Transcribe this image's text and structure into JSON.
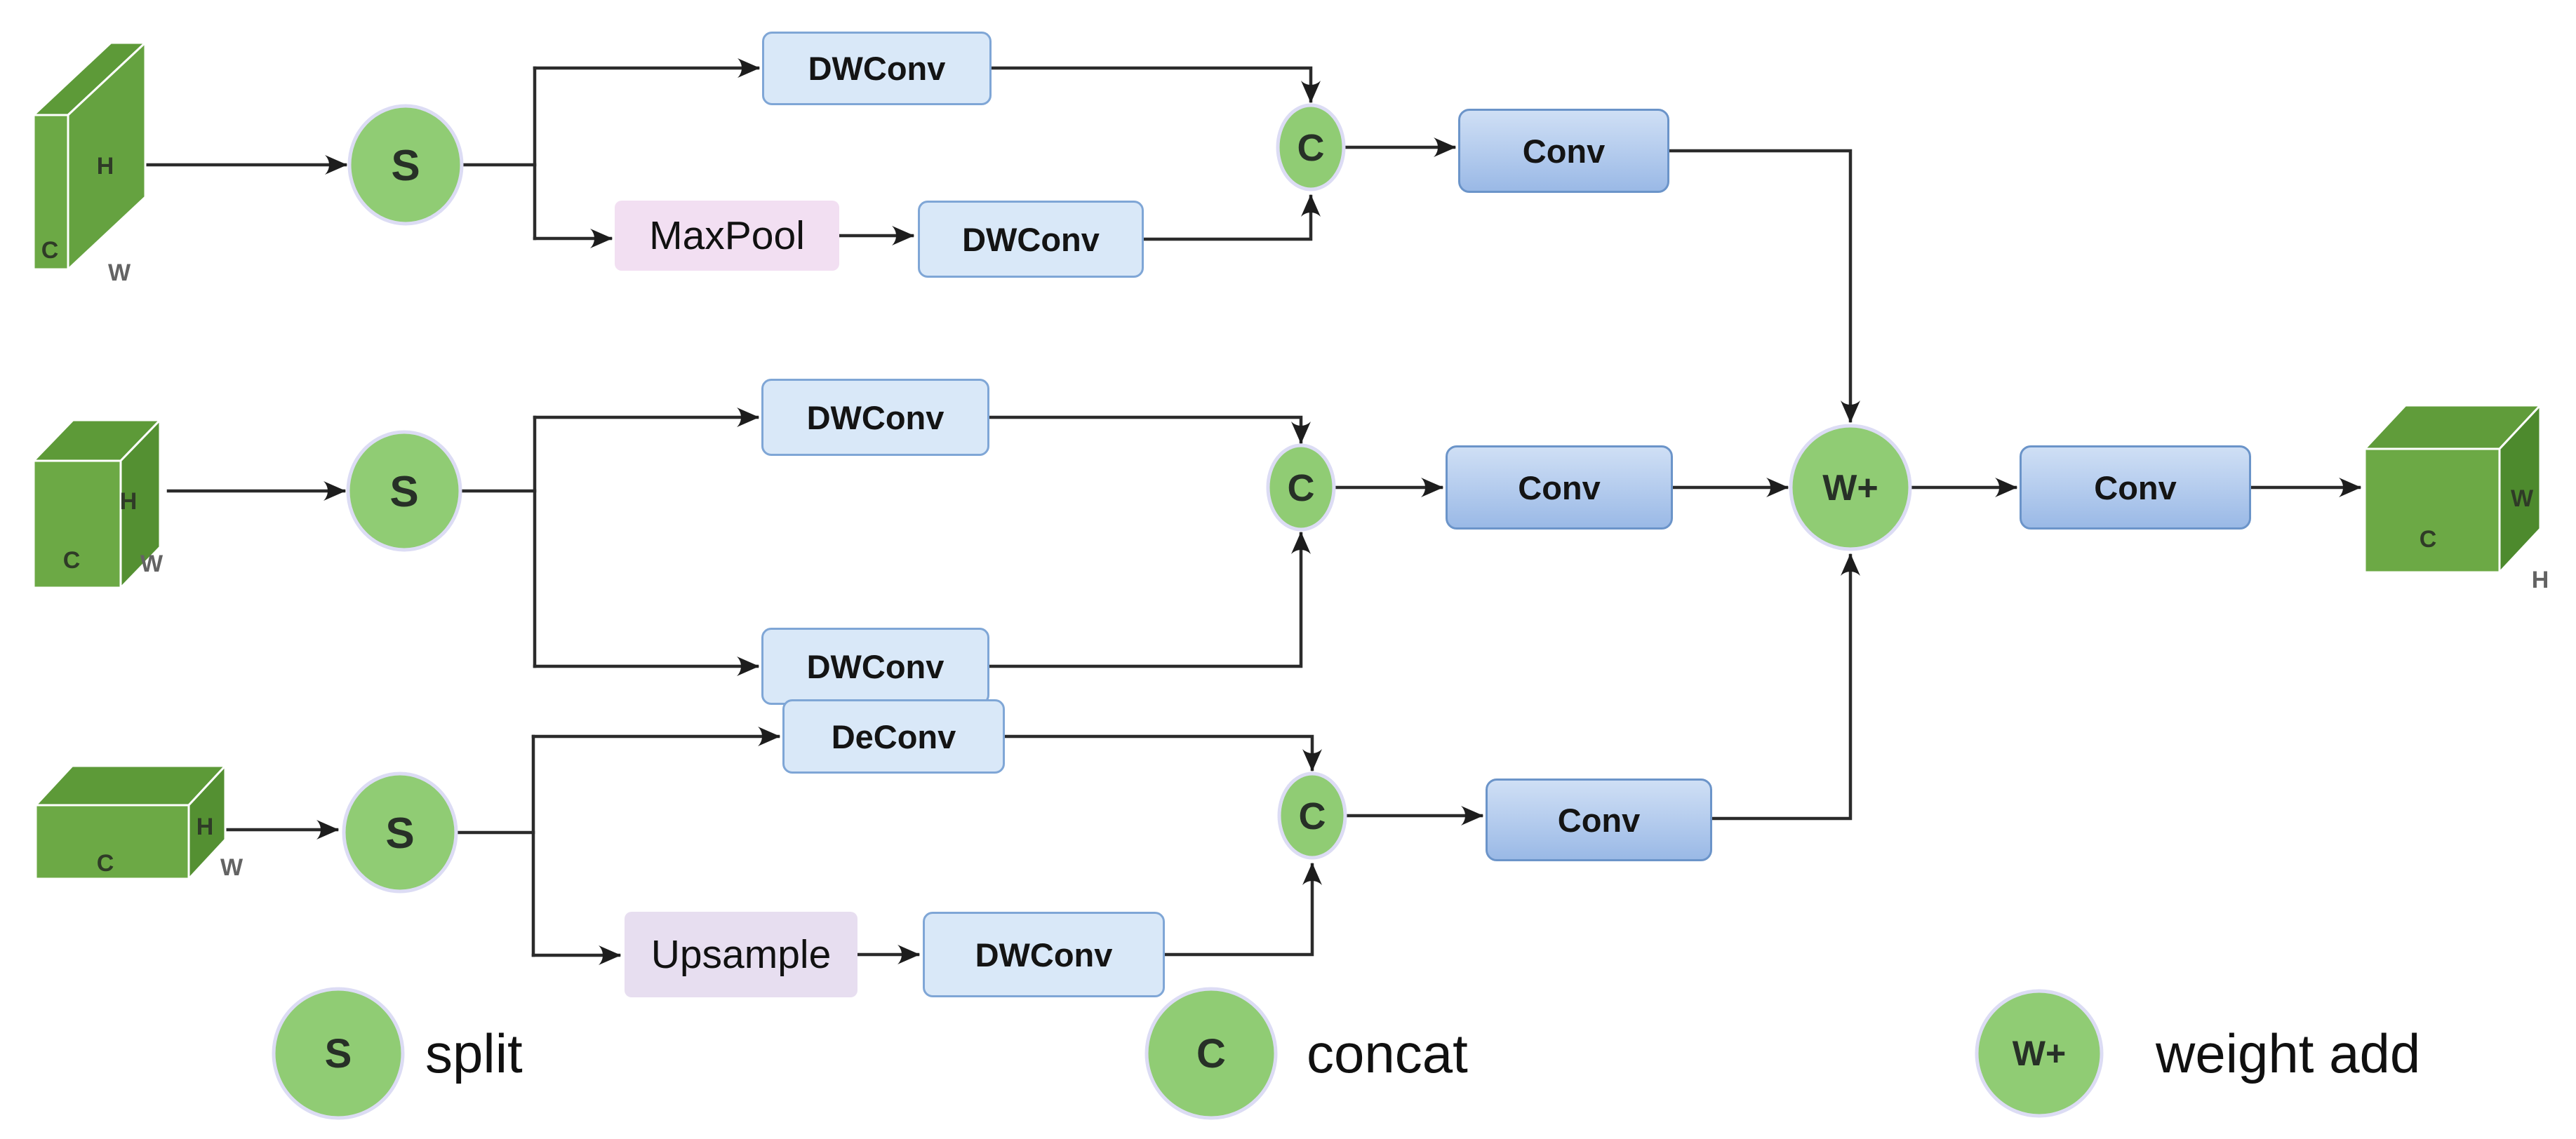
{
  "boxes": {
    "dwconv_top_a": "DWConv",
    "maxpool": "MaxPool",
    "dwconv_top_b": "DWConv",
    "conv_top": "Conv",
    "dwconv_mid_a": "DWConv",
    "dwconv_mid_b": "DWConv",
    "conv_mid": "Conv",
    "deconv": "DeConv",
    "upsample": "Upsample",
    "dwconv_bottom_b": "DWConv",
    "conv_bottom": "Conv",
    "conv_final": "Conv"
  },
  "symbols": {
    "split": "S",
    "concat": "C",
    "weight_add": "W+"
  },
  "tensor_labels": {
    "height": "H",
    "width": "W",
    "channels": "C"
  },
  "legend": {
    "split": {
      "symbol": "S",
      "label": "split"
    },
    "concat": {
      "symbol": "C",
      "label": "concat"
    },
    "weight_add": {
      "symbol": "W+",
      "label": "weight add"
    }
  },
  "colors": {
    "node_green": "#90cc74",
    "node_green_stroke": "#dcdcf4",
    "box_blue_light": "#d9e8f8",
    "box_blue_border": "#7fa6d6",
    "conv_gradient_top": "#cfdff5",
    "conv_gradient_bottom": "#9ab9e6",
    "conv_border": "#6b94c9",
    "maxpool_bg": "#f2dff2",
    "upsample_bg": "#e7def0",
    "tensor_front": "#6ca945",
    "tensor_top": "#5d9a38",
    "tensor_side": "#549032",
    "arrow": "#2b2b2b",
    "background": "#ffffff"
  }
}
